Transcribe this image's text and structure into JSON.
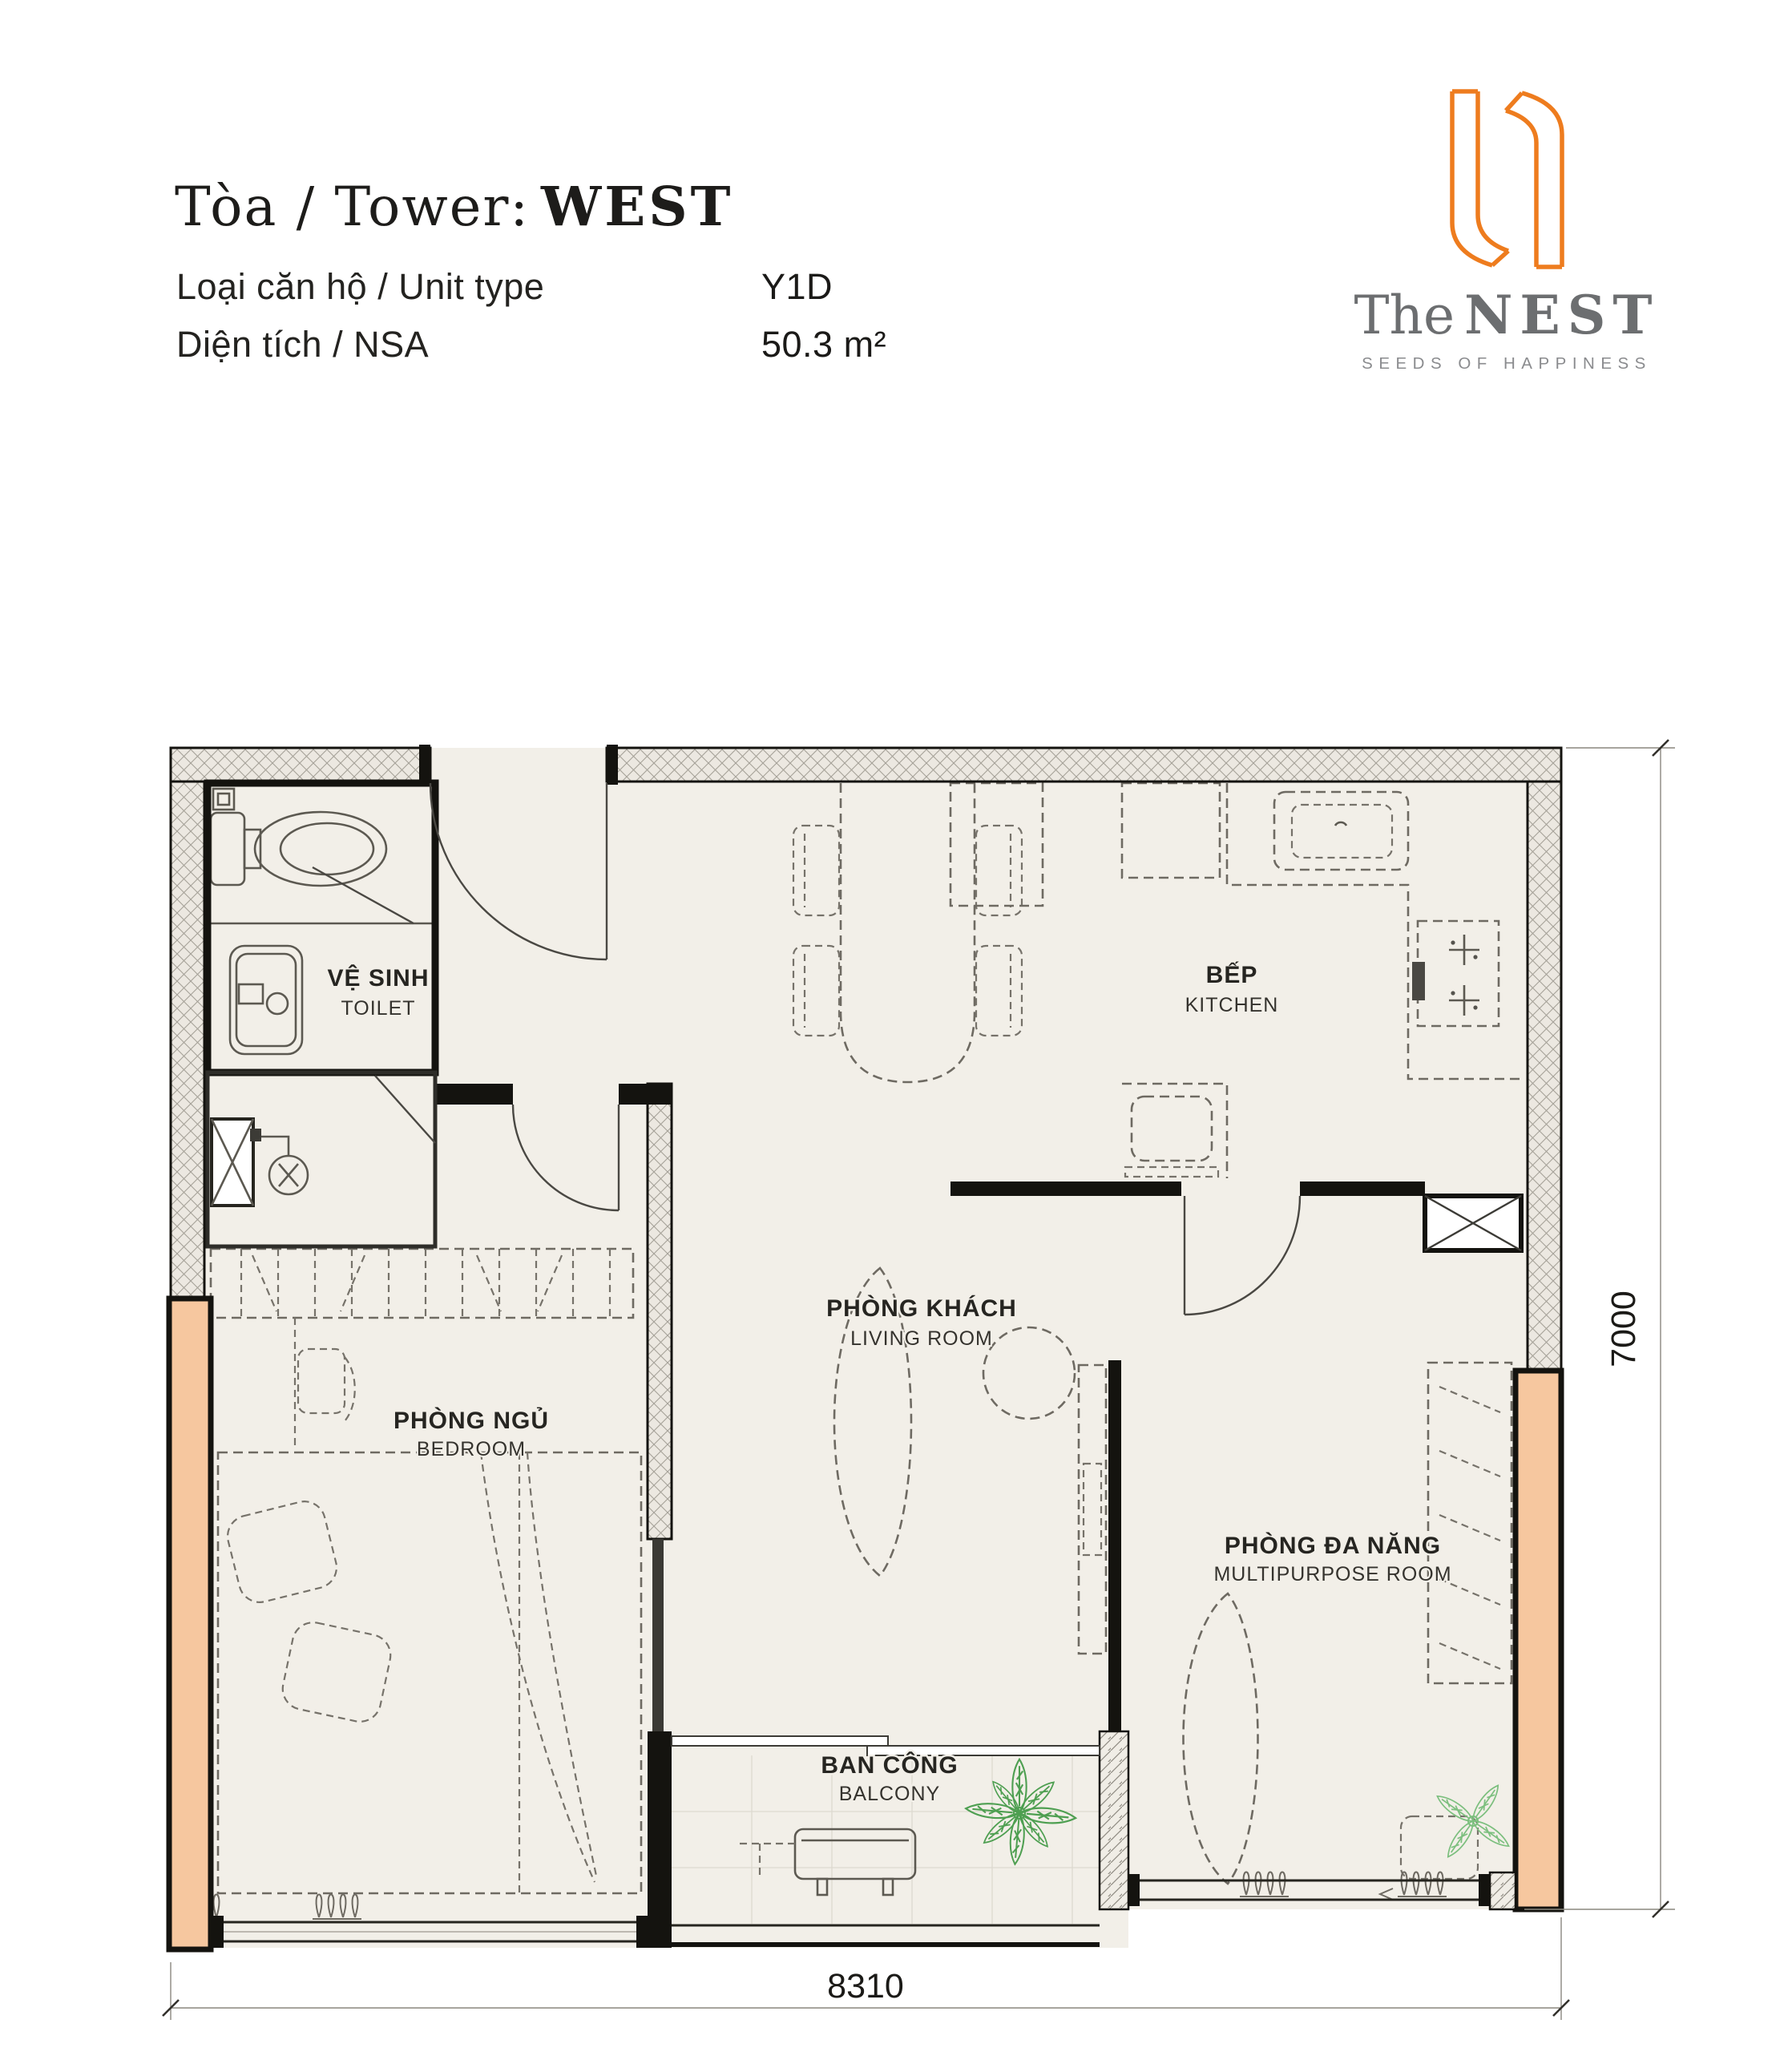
{
  "header": {
    "tower_label": "Tòa / Tower:",
    "tower_value": "WEST",
    "rows": [
      {
        "label": "Loại căn hộ / Unit type",
        "value": "Y1D"
      },
      {
        "label": "Diện tích / NSA",
        "value": "50.3 m²"
      }
    ]
  },
  "logo": {
    "name_prefix": "The",
    "name_main": "NEST",
    "tagline": "SEEDS OF HAPPINESS",
    "accent_color": "#EE7C1E",
    "text_color": "#6C6E70"
  },
  "plan": {
    "rooms": {
      "toilet": {
        "vi": "VỆ SINH",
        "en": "TOILET"
      },
      "kitchen": {
        "vi": "BẾP",
        "en": "KITCHEN"
      },
      "living": {
        "vi": "PHÒNG KHÁCH",
        "en": "LIVING ROOM"
      },
      "bedroom": {
        "vi": "PHÒNG NGỦ",
        "en": "BEDROOM"
      },
      "multipurpose": {
        "vi": "PHÒNG ĐA NĂNG",
        "en": "MULTIPURPOSE ROOM"
      },
      "balcony": {
        "vi": "BAN CÔNG",
        "en": "BALCONY"
      }
    },
    "dimensions": {
      "bottom_mm": "8310",
      "right_mm": "7000"
    },
    "colors": {
      "floor": "#F2EFE8",
      "wall_hatch": "#ECE8E1",
      "column_peach": "#F6C79F",
      "plant_green": "#4E9F51",
      "plant_green_light": "#7CBF7E"
    }
  }
}
